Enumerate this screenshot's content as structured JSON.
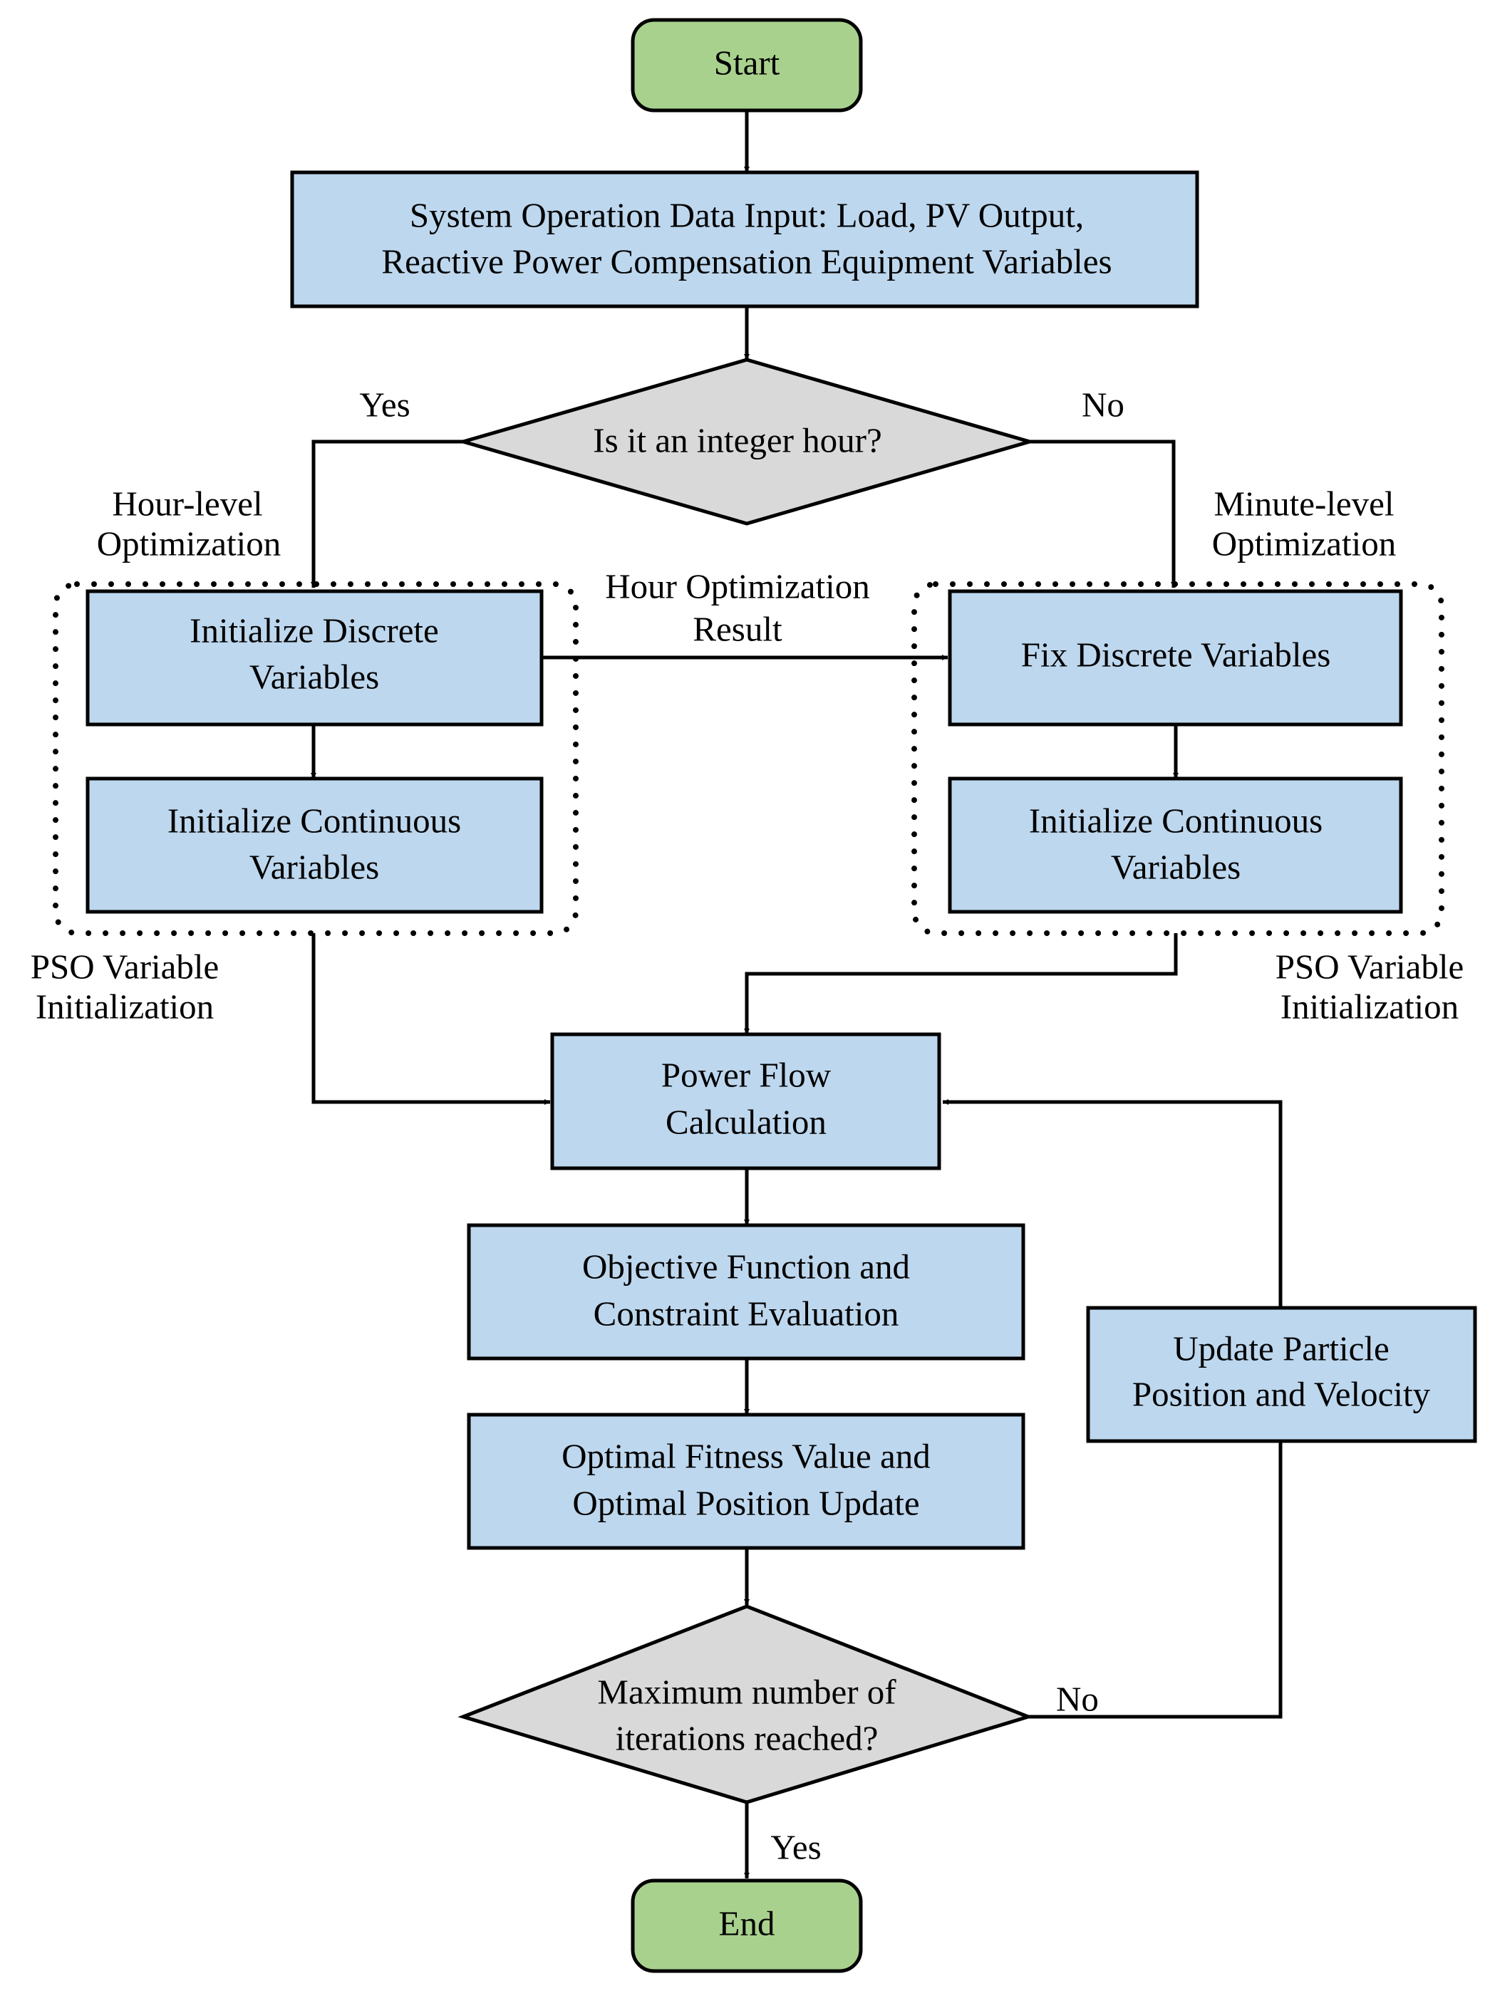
{
  "colors": {
    "terminal_fill": "#a9d18e",
    "process_fill": "#bdd7ee",
    "decision_fill": "#d9d9d9",
    "line": "#000000"
  },
  "nodes": {
    "start": "Start",
    "data_input": [
      "System Operation Data Input: Load, PV Output,",
      "Reactive Power Compensation Equipment Variables"
    ],
    "integer_hour": "Is it an integer hour?",
    "init_discrete": [
      "Initialize Discrete",
      "Variables"
    ],
    "init_continuous_left": [
      "Initialize Continuous",
      "Variables"
    ],
    "fix_discrete": "Fix Discrete Variables",
    "init_continuous_right": [
      "Initialize Continuous",
      "Variables"
    ],
    "power_flow": [
      "Power Flow",
      "Calculation"
    ],
    "objective": [
      "Objective Function and",
      "Constraint Evaluation"
    ],
    "fitness": [
      "Optimal Fitness Value and",
      "Optimal Position Update"
    ],
    "max_iter": [
      "Maximum number of",
      "iterations reached?"
    ],
    "update_particle": [
      "Update Particle",
      "Position and Velocity"
    ],
    "end": "End"
  },
  "labels": {
    "yes_top": "Yes",
    "no_top": "No",
    "hour_level": [
      "Hour-level",
      "Optimization"
    ],
    "minute_level": [
      "Minute-level",
      "Optimization"
    ],
    "hour_result": [
      "Hour Optimization",
      "Result"
    ],
    "pso_left": [
      "PSO Variable",
      "Initialization"
    ],
    "pso_right": [
      "PSO Variable",
      "Initialization"
    ],
    "no_bottom": "No",
    "yes_bottom": "Yes"
  }
}
